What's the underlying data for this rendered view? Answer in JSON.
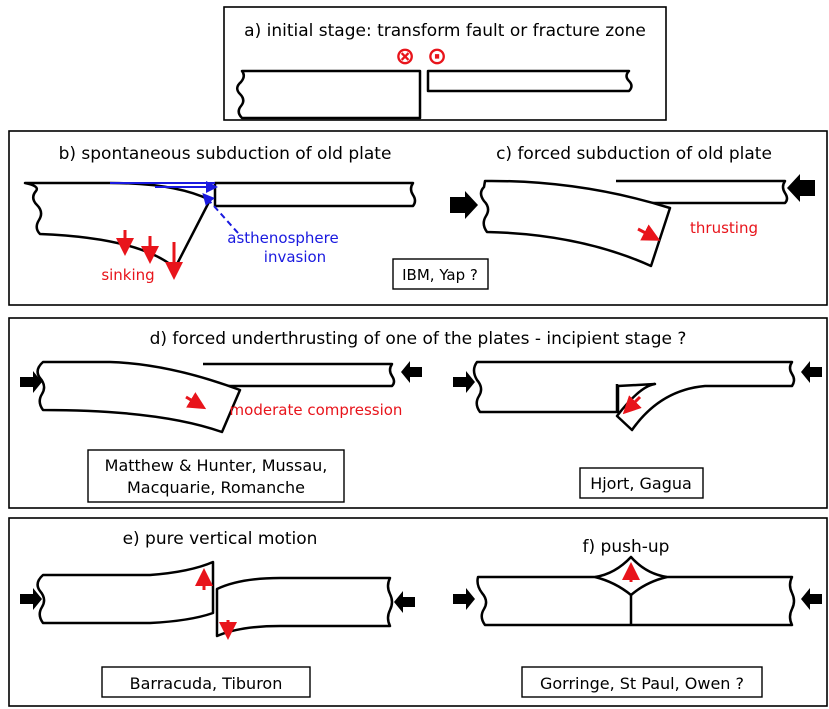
{
  "colors": {
    "red": "#e8141b",
    "blue": "#1a1adf",
    "black": "#000000"
  },
  "panels": {
    "a": {
      "title": "a) initial stage: transform fault or fracture zone",
      "symbol_into": "⊗",
      "symbol_out": "⊙"
    },
    "b": {
      "title": "b) spontaneous subduction of old plate",
      "sinking": "sinking",
      "asth1": "asthenosphere",
      "asth2": "invasion",
      "example": "IBM, Yap ?"
    },
    "c": {
      "title": "c) forced subduction of old plate",
      "thrusting": "thrusting"
    },
    "d": {
      "title": "d) forced underthrusting of one of the plates - incipient stage ?",
      "compression": "moderate compression",
      "example_left_1": "Matthew & Hunter, Mussau,",
      "example_left_2": "Macquarie, Romanche",
      "example_right": "Hjort, Gagua"
    },
    "e": {
      "title": "e) pure vertical motion",
      "example": "Barracuda, Tiburon"
    },
    "f": {
      "title": "f) push-up",
      "example": "Gorringe, St Paul, Owen ?"
    }
  }
}
